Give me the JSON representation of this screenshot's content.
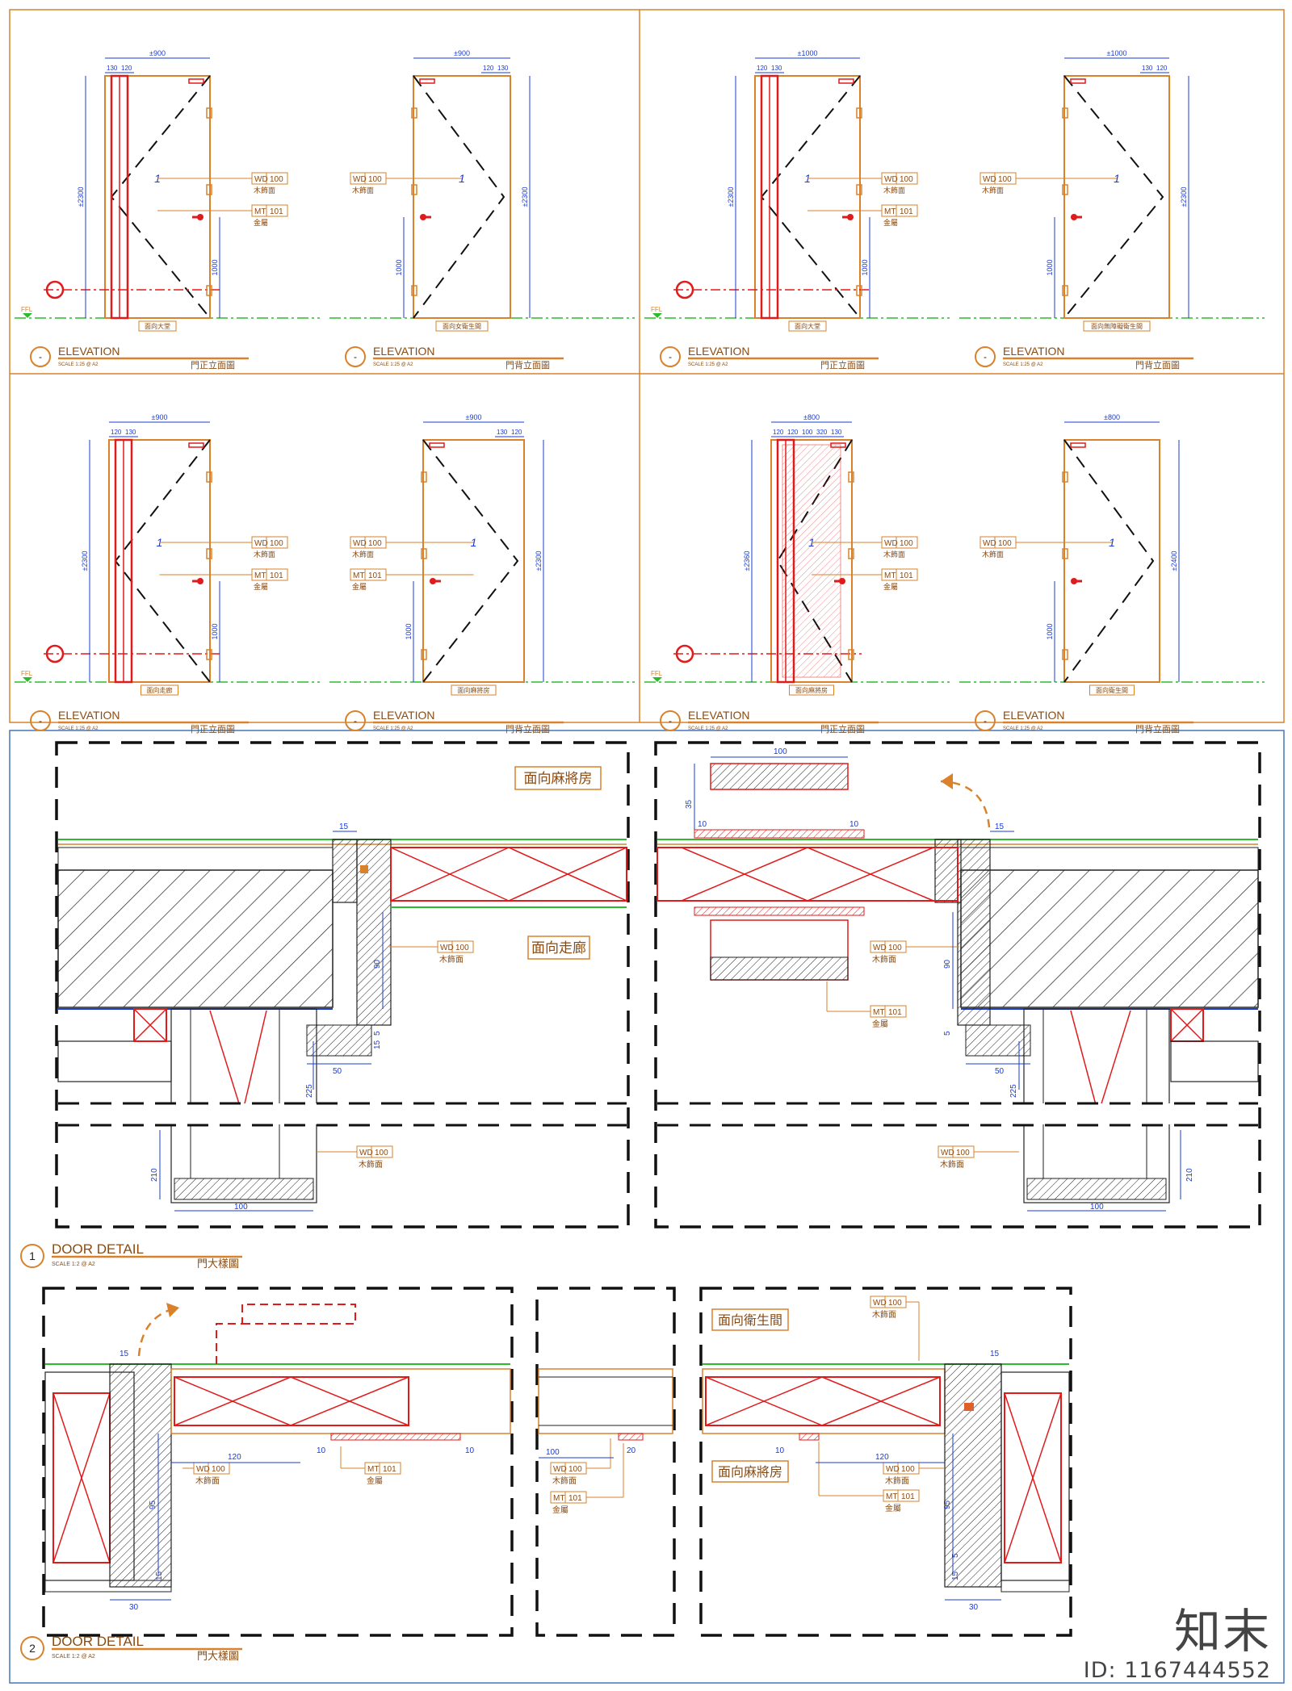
{
  "colors": {
    "frame_orange": "#d9822b",
    "door_red": "#e01b1b",
    "dim_blue": "#1a3bd6",
    "green_line": "#2dbb2d",
    "hatch": "#222222",
    "text_brown": "#8a4b12"
  },
  "elevations": [
    {
      "width_dim": "±900",
      "sub_dims": [
        "130",
        "120"
      ],
      "height_dim": "±2300",
      "handle_dim": "1000",
      "leaf_label": "1",
      "tag_wd": "WD",
      "tag_wd_num": "100",
      "tag_wd_desc": "木飾面",
      "tag_mt": "MT",
      "tag_mt_num": "101",
      "tag_mt_desc": "金屬",
      "room_label": "面向大堂",
      "title": "ELEVATION",
      "scale": "SCALE 1:25 @ A2",
      "cn_title": "門正立面圖",
      "marker": "-",
      "ffl": "FFL"
    },
    {
      "width_dim": "±900",
      "sub_dims": [
        "120",
        "130"
      ],
      "height_dim": "±2300",
      "handle_dim": "1000",
      "leaf_label": "1",
      "tag_wd": "WD",
      "tag_wd_num": "100",
      "tag_wd_desc": "木飾面",
      "room_label": "面向女衛生間",
      "title": "ELEVATION",
      "scale": "SCALE 1:25 @ A2",
      "cn_title": "門背立面圖",
      "marker": "-"
    },
    {
      "width_dim": "±1000",
      "sub_dims": [
        "120",
        "130"
      ],
      "height_dim": "±2300",
      "handle_dim": "1000",
      "leaf_label": "1",
      "tag_wd": "WD",
      "tag_wd_num": "100",
      "tag_wd_desc": "木飾面",
      "tag_mt": "MT",
      "tag_mt_num": "101",
      "tag_mt_desc": "金屬",
      "room_label": "面向大堂",
      "title": "ELEVATION",
      "scale": "SCALE 1:25 @ A2",
      "cn_title": "門正立面圖",
      "marker": "-",
      "ffl": "FFL"
    },
    {
      "width_dim": "±1000",
      "sub_dims": [
        "130",
        "120"
      ],
      "height_dim": "±2300",
      "handle_dim": "1000",
      "leaf_label": "1",
      "tag_wd": "WD",
      "tag_wd_num": "100",
      "tag_wd_desc": "木飾面",
      "room_label": "面向無障礙衛生間",
      "title": "ELEVATION",
      "scale": "SCALE 1:25 @ A2",
      "cn_title": "門背立面圖",
      "marker": "-"
    },
    {
      "width_dim": "±900",
      "sub_dims": [
        "120",
        "130"
      ],
      "height_dim": "±2300",
      "handle_dim": "1000",
      "leaf_label": "1",
      "tag_wd": "WD",
      "tag_wd_num": "100",
      "tag_wd_desc": "木飾面",
      "tag_mt": "MT",
      "tag_mt_num": "101",
      "tag_mt_desc": "金屬",
      "room_label": "面向走廊",
      "title": "ELEVATION",
      "scale": "SCALE 1:25 @ A2",
      "cn_title": "門正立面圖",
      "marker": "-",
      "ffl": "FFL"
    },
    {
      "width_dim": "±900",
      "sub_dims": [
        "130",
        "120"
      ],
      "height_dim": "±2300",
      "handle_dim": "1000",
      "leaf_label": "1",
      "tag_wd": "WD",
      "tag_wd_num": "100",
      "tag_wd_desc": "木飾面",
      "tag_mt": "MT",
      "tag_mt_num": "101",
      "tag_mt_desc": "金屬",
      "room_label": "面向麻將房",
      "title": "ELEVATION",
      "scale": "SCALE 1:25 @ A2",
      "cn_title": "門背立面圖",
      "marker": "-"
    },
    {
      "width_dim": "±800",
      "sub_dims": [
        "120",
        "120",
        "100",
        "320",
        "130"
      ],
      "height_dim": "±2360",
      "handle_dim": "",
      "leaf_label": "1",
      "tag_wd": "WD",
      "tag_wd_num": "100",
      "tag_wd_desc": "木飾面",
      "tag_mt": "MT",
      "tag_mt_num": "101",
      "tag_mt_desc": "金屬",
      "room_label": "面向麻將房",
      "title": "ELEVATION",
      "scale": "SCALE 1:25 @ A2",
      "cn_title": "門正立面圖",
      "marker": "-",
      "ffl": "FFL"
    },
    {
      "width_dim": "±800",
      "sub_dims": [],
      "height_dim": "±2400",
      "handle_dim": "1000",
      "leaf_label": "1",
      "tag_wd": "WD",
      "tag_wd_num": "100",
      "tag_wd_desc": "木飾面",
      "room_label": "面向衛生間",
      "title": "ELEVATION",
      "scale": "SCALE 1:25 @ A2",
      "cn_title": "門背立面圖",
      "marker": "-"
    }
  ],
  "detail1": {
    "marker": "1",
    "title": "DOOR DETAIL",
    "scale": "SCALE 1:2 @ A2",
    "cn_title": "門大樣圖",
    "left": {
      "room_top": "面向麻將房",
      "room_bottom": "面向走廊",
      "dims": [
        "15",
        "15",
        "5",
        "90",
        "50",
        "225",
        "210",
        "100"
      ],
      "tag_wd": "WD",
      "tag_wd_num": "100",
      "tag_wd_desc": "木飾面"
    },
    "right": {
      "dims": [
        "100",
        "35",
        "10",
        "10",
        "15",
        "90",
        "5",
        "50",
        "225",
        "210",
        "100"
      ],
      "tag_wd": "WD",
      "tag_wd_num": "100",
      "tag_wd_desc": "木飾面",
      "tag_mt": "MT",
      "tag_mt_num": "101",
      "tag_mt_desc": "金屬"
    }
  },
  "detail2": {
    "marker": "2",
    "title": "DOOR DETAIL",
    "scale": "SCALE 1:2 @ A2",
    "cn_title": "門大樣圖",
    "left": {
      "dims": [
        "15",
        "120",
        "10",
        "10",
        "95",
        "15",
        "30"
      ],
      "tag_wd": "WD",
      "tag_wd_num": "100",
      "tag_wd_desc": "木飾面",
      "tag_mt": "MT",
      "tag_mt_num": "101",
      "tag_mt_desc": "金屬"
    },
    "middle": {
      "dims": [
        "100",
        "20"
      ],
      "tag_wd": "WD",
      "tag_wd_num": "100",
      "tag_wd_desc": "木飾面",
      "tag_mt": "MT",
      "tag_mt_num": "101",
      "tag_mt_desc": "金屬"
    },
    "right": {
      "room_top": "面向衛生間",
      "room_bottom": "面向麻將房",
      "dims": [
        "15",
        "10",
        "120",
        "95",
        "5",
        "15",
        "30"
      ],
      "tag_wd": "WD",
      "tag_wd_num": "100",
      "tag_wd_desc": "木飾面",
      "tag_mt": "MT",
      "tag_mt_num": "101",
      "tag_mt_desc": "金屬"
    }
  },
  "stamp": {
    "logo": "知末",
    "id": "ID: 1167444552"
  }
}
